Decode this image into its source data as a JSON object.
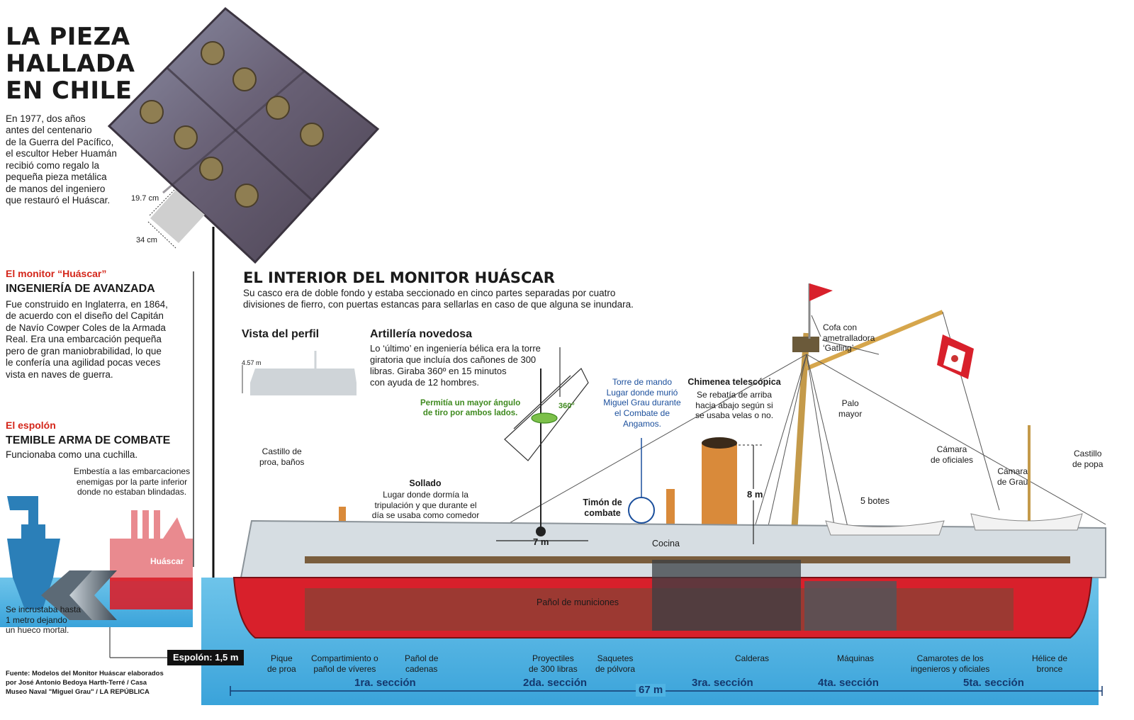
{
  "colors": {
    "water": "#4fb3e3",
    "hull_red": "#d8202b",
    "hull_grey": "#d6dde2",
    "accent_red": "#d4261a",
    "label_blue": "#1b4f9c",
    "label_green": "#3f8a1f",
    "mast": "#c49a4a",
    "funnel": "#d98a3a"
  },
  "header": {
    "title": "LA PIEZA\nHALLADA\nEN CHILE",
    "intro": "En 1977, dos años\nantes del centenario\nde la Guerra del Pacífico,\nel escultor Heber Huamán\nrecibió como regalo la\npequeña pieza metálica\nde manos del ingeniero\nque restauró el Huáscar.",
    "dim_h": "19.7 cm",
    "dim_w": "34 cm"
  },
  "monitor": {
    "kicker": "El monitor “Huáscar”",
    "heading": "INGENIERÍA DE AVANZADA",
    "body": "Fue construido en Inglaterra, en 1864,\nde acuerdo con el diseño del Capitán\nde Navío Cowper Coles de la Armada\nReal. Era una embarcación pequeña\npero de gran maniobrabilidad, lo que\nle confería una agilidad pocas veces\nvista en naves de guerra."
  },
  "espolon": {
    "kicker": "El espolón",
    "heading": "TEMIBLE ARMA DE COMBATE",
    "body": "Funcionaba como una cuchilla.",
    "note": "Embestía a las embarcaciones\nenemigas por la parte inferior\ndonde no estaban blindadas.",
    "ship_label": "Huáscar",
    "impact": "Se incrustaba hasta\n1 metro dejando\nun hueco mortal.",
    "tag": "Espolón: 1,5 m"
  },
  "source": "Fuente: Modelos del Monitor Huáscar elaborados\npor José Antonio Bedoya Harth-Terré / Casa\nMuseo Naval \"Miguel Grau\" / LA REPÚBLICA",
  "interior": {
    "title": "EL INTERIOR DEL MONITOR HUÁSCAR",
    "subtitle": "Su casco era de doble fondo y estaba seccionado en cinco partes separadas por cuatro\ndivisiones de fierro, con puertas estancas para sellarlas en caso de que alguna se inundara."
  },
  "perfil": {
    "title": "Vista del perfil",
    "height": "4.57 m"
  },
  "artilleria": {
    "title": "Artillería novedosa",
    "body": "Lo ‘último’ en ingeniería bélica era la torre\ngiratoria que incluía dos cañones de 300\nlibras. Giraba 360º en 15 minutos\ncon ayuda de 12 hombres.",
    "note": "Permitía un mayor ángulo\nde tiro por ambos lados.",
    "deg": "360°"
  },
  "labels": {
    "torre": "Torre de mando\nLugar donde murió\nMiguel Grau durante\nel Combate de\nAngamos.",
    "chimenea_t": "Chimenea telescópica",
    "chimenea_b": "Se rebatía de arriba\nhacia abajo según si\nse usaba velas o no.",
    "cofa": "Cofa con\nametralladora\n‘Gatling’",
    "palo": "Palo\nmayor",
    "castillo_proa": "Castillo de\nproa, baños",
    "sollado_t": "Sollado",
    "sollado_b": "Lugar donde dormía la\ntripulación y que durante el\ndía se usaba como comedor",
    "timon": "Timón de\ncombate",
    "cocina": "Cocina",
    "siete": "7 m",
    "ocho": "8 m",
    "botes": "5 botes",
    "camara_oficiales": "Cámara\nde oficiales",
    "camara_grau": "Cámara\nde Grau",
    "castillo_popa": "Castillo\nde popa",
    "panol_mun": "Pañol de municiones",
    "pique": "Pique\nde proa",
    "compartimiento": "Compartimiento o\npañol de víveres",
    "panol_cad": "Pañol de\ncadenas",
    "proyectiles": "Proyectiles\nde 300 libras",
    "saquetes": "Saquetes\nde pólvora",
    "calderas": "Calderas",
    "maquinas": "Máquinas",
    "camarotes": "Camarotes de los\ningenieros y oficiales",
    "helice": "Hélice de\nbronce"
  },
  "sections": [
    "1ra. sección",
    "2da. sección",
    "3ra. sección",
    "4ta. sección",
    "5ta. sección"
  ],
  "length": "67 m"
}
